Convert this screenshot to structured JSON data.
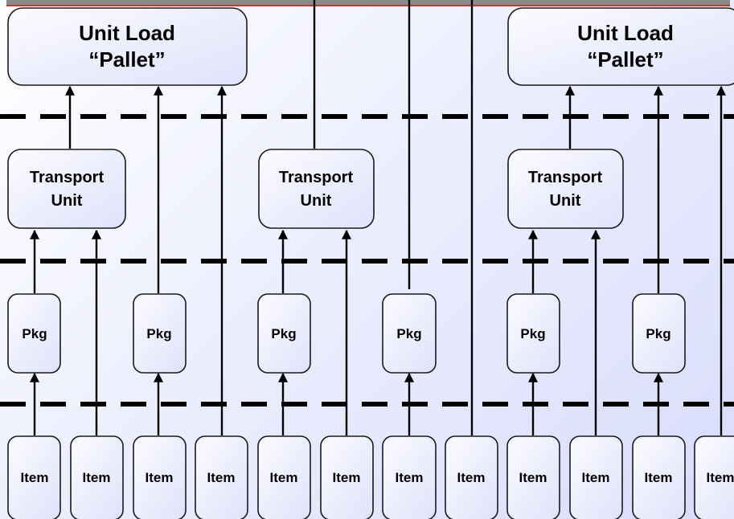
{
  "unit_loads": [
    {
      "line1": "Unit Load",
      "line2": "“Pallet”"
    },
    {
      "line1": "Unit Load",
      "line2": "“Pallet”"
    }
  ],
  "transport_units": [
    {
      "line1": "Transport",
      "line2": "Unit"
    },
    {
      "line1": "Transport",
      "line2": "Unit"
    },
    {
      "line1": "Transport",
      "line2": "Unit"
    }
  ],
  "packages": [
    "Pkg",
    "Pkg",
    "Pkg",
    "Pkg",
    "Pkg",
    "Pkg"
  ],
  "items": [
    "Item",
    "Item",
    "Item",
    "Item",
    "Item",
    "Item",
    "Item",
    "Item",
    "Item",
    "Item",
    "Item",
    "Item"
  ],
  "colors": {
    "background_light": "#ffffff",
    "background_tint": "#d9dcfb",
    "node_fill_top": "#fbfbff",
    "node_fill_bottom": "#dfe2fb",
    "header_strip": "#c0392b"
  }
}
